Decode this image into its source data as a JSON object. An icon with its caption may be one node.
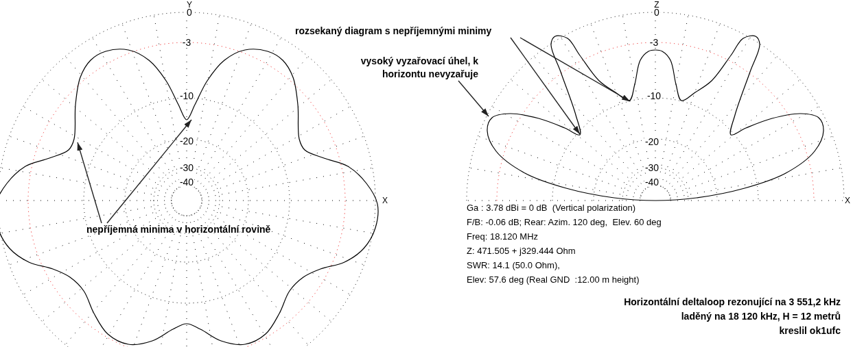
{
  "diagram": {
    "nodes": [
      {
        "text": [
          "nepříjemná minima v horizontální rovině"
        ]
      },
      {
        "text": [
          "vysoký vyzařovací úhel, k horizontu nevyzařuje"
        ]
      },
      {
        "text": [
          "rozsekaný diagram s nepříjemnými minimy"
        ]
      }
    ],
    "edges": [
      {
        "from": 0,
        "to": null,
        "arrow": "to"
      },
      {
        "from": 0,
        "to": null,
        "arrow": "to"
      },
      {
        "from": 1,
        "to": null,
        "arrow": "to"
      },
      {
        "from": 2,
        "to": null,
        "arrow": "to"
      },
      {
        "from": 2,
        "to": null,
        "arrow": "to"
      }
    ],
    "labels": [
      "Y",
      "0",
      "-3",
      "-10",
      "-20",
      "-30",
      "-40",
      "X",
      "Z",
      "0",
      "-3",
      "-10",
      "-20",
      "-30",
      "-40",
      "X",
      "Ga : 3.78 dBi = 0 dB  (Vertical polarization)",
      "F/B: -0.06 dB; Rear: Azim. 120 deg,  Elev. 60 deg",
      "Freq: 18.120 MHz",
      "Z: 471.505 + j329.444 Ohm",
      "SWR: 14.1 (50.0 Ohm),",
      "Elev: 57.6 deg (Real GND  :12.00 m height)",
      "Horizontální deltaloop rezonující na 3 551,2 kHz",
      "laděný na 18 120 kHz, H = 12 metrů",
      "kreslil ok1ufc"
    ]
  }
}
